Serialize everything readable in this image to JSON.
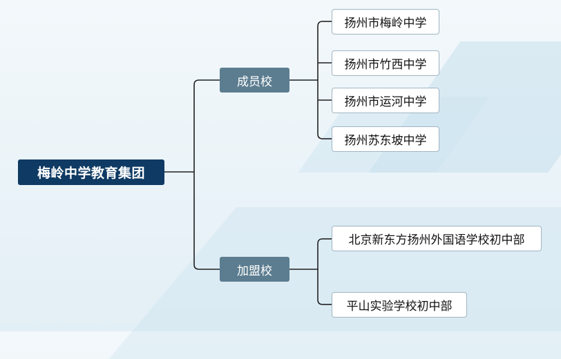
{
  "root": {
    "label": "梅岭中学教育集团"
  },
  "groups": [
    {
      "label": "成员校",
      "schools": [
        "扬州市梅岭中学",
        "扬州市竹西中学",
        "扬州市运河中学",
        "扬州苏东坡中学"
      ]
    },
    {
      "label": "加盟校",
      "schools": [
        "北京新东方扬州外国语学校初中部",
        "平山实验学校初中部"
      ]
    }
  ],
  "colors": {
    "root_fill": "#0e3a63",
    "group_fill": "#5c7d90",
    "leaf_fill": "#ffffff",
    "line": "#1f1f1f"
  }
}
